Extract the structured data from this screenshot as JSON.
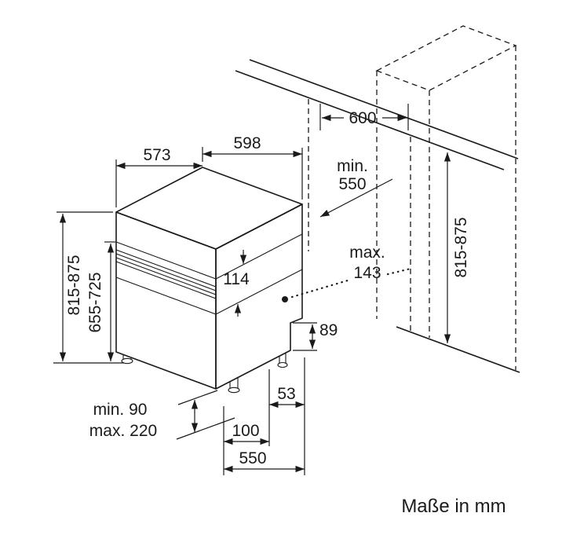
{
  "note": "Maße in mm",
  "dims": {
    "top_depth": "573",
    "top_width": "598",
    "niche_width": "600",
    "niche_depth": {
      "l1": "min.",
      "l2": "550"
    },
    "niche_height": "815-875",
    "appliance_height": "815-875",
    "door_height": "655-725",
    "panel_height": "114",
    "door_projection": {
      "l1": "max.",
      "l2": "143"
    },
    "rear_clearance": "89",
    "rear_foot_offset": "53",
    "plinth_min": "min. 90",
    "plinth_max": "max. 220",
    "front_foot_offset": "100",
    "body_depth": "550"
  }
}
